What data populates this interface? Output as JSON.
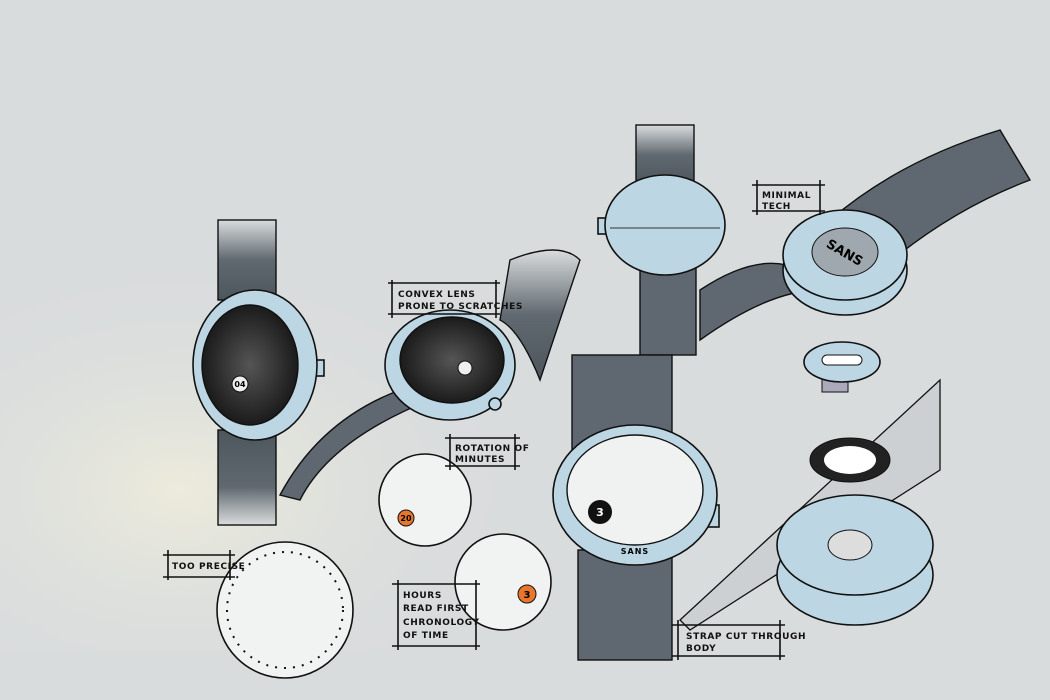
{
  "notes": {
    "convex_lens_1": "CONVEX LENS",
    "convex_lens_2": "PRONE TO SCRATCHES",
    "rotation_1": "ROTATION OF",
    "rotation_2": "MINUTES",
    "too_precise": "TOO PRECISE",
    "hours_1": "HOURS",
    "hours_2": "READ FIRST",
    "hours_3": "CHRONOLOGY",
    "hours_4": "OF TIME",
    "strap_1": "STRAP CUT THROUGH",
    "strap_2": "BODY",
    "minimal_1": "MINIMAL",
    "minimal_2": "TECH"
  },
  "dials": {
    "front_watch_marker": "04",
    "rotation_marker": "20",
    "hours_marker": "3",
    "main_watch_marker": "3",
    "main_watch_brand": "SANS",
    "back_brand": "SANS"
  },
  "colors": {
    "background": "#d9dcdd",
    "case": "#bcd7e3",
    "strap": "#5f6870",
    "accent": "#e8762d"
  }
}
